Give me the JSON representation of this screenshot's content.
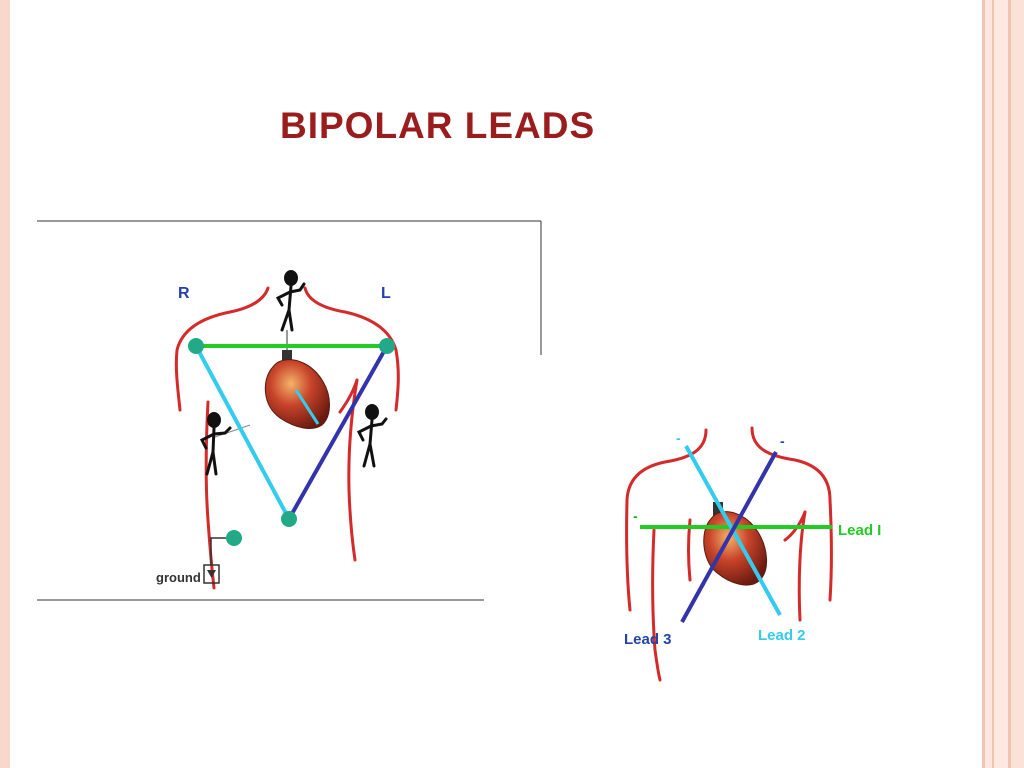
{
  "slide": {
    "title": "BIPOLAR LEADS"
  },
  "figure_left": {
    "label_right": "R",
    "label_left": "L",
    "ground_label": "ground"
  },
  "figure_right": {
    "minus_signs": [
      "-",
      "-",
      "-"
    ],
    "lead_1": "Lead I",
    "lead_2": "Lead 2",
    "lead_3": "Lead 3"
  },
  "colors": {
    "title": "#9b1c1c",
    "body_outline": "#d42a2a",
    "lead_1": "#22cc22",
    "lead_2": "#33ccee",
    "lead_3": "#3333aa",
    "electrode": "#22aa88",
    "label_blue": "#2244aa"
  }
}
